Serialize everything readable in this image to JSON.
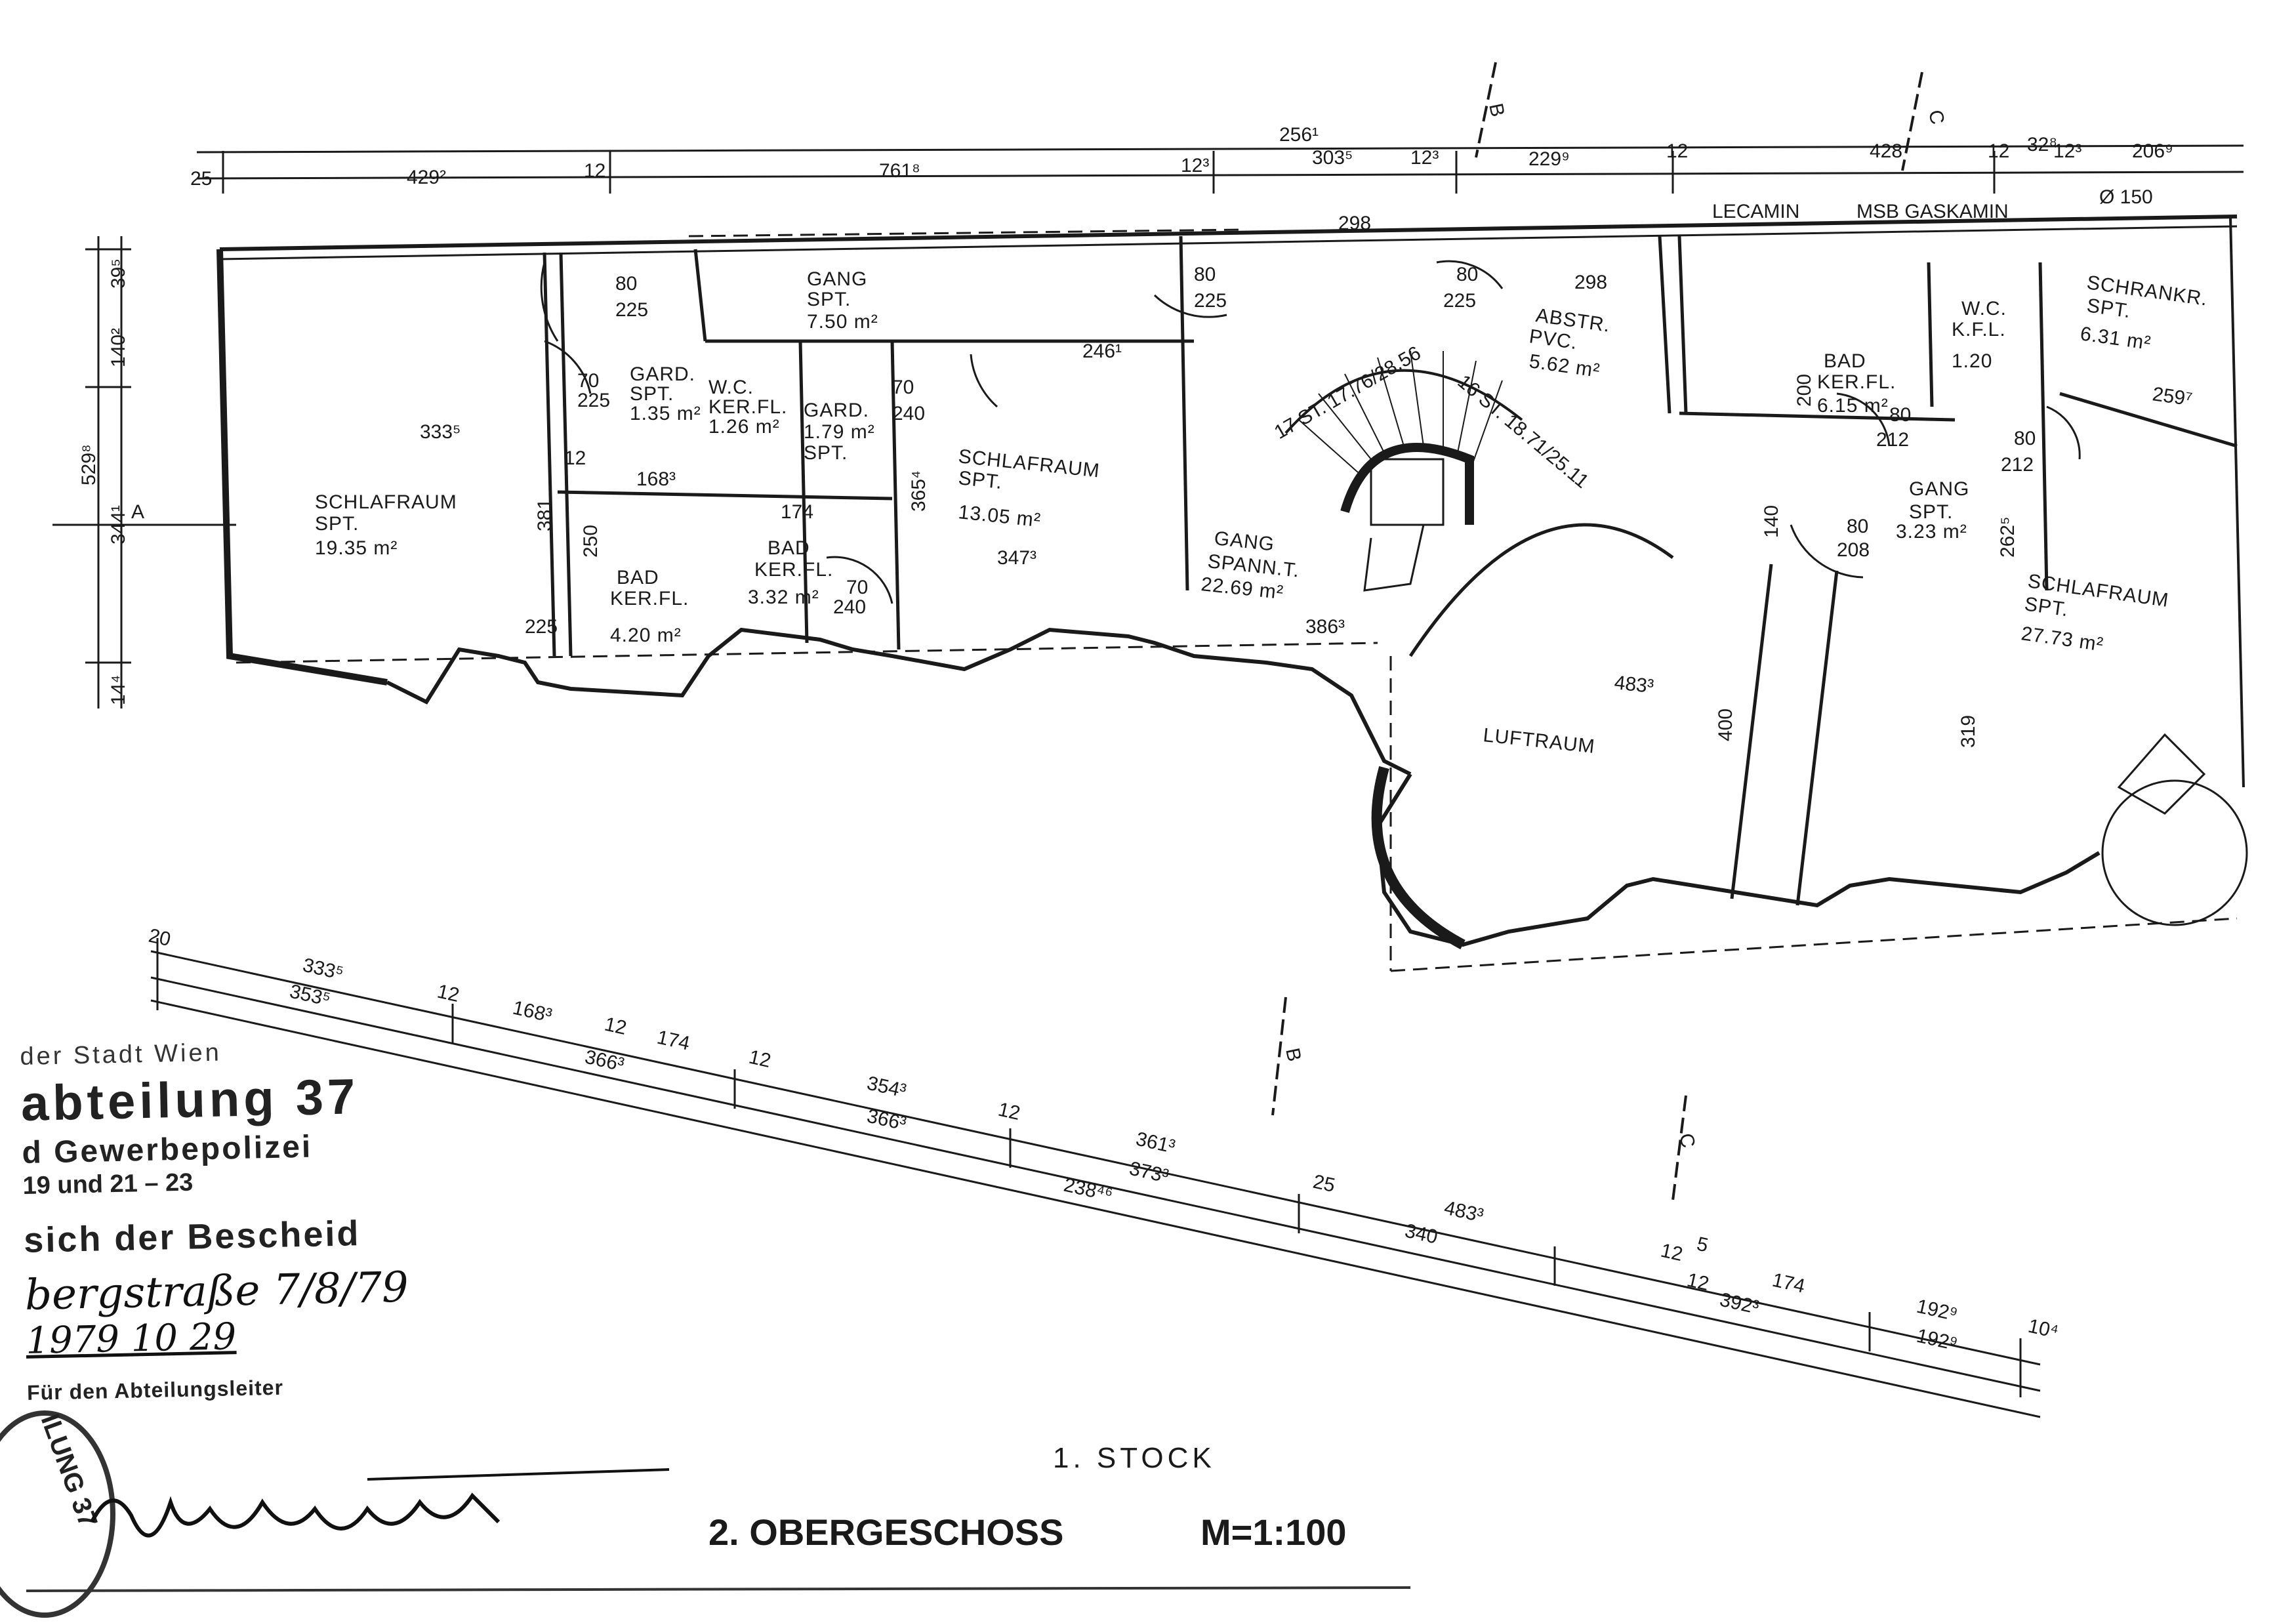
{
  "rooms": [
    {
      "name": "SCHLAFRAUM",
      "sub": "SPT.",
      "area": "19.35 m²"
    },
    {
      "name": "GANG",
      "sub": "SPT.",
      "area": "7.50 m²"
    },
    {
      "name": "GARD.",
      "sub": "SPT.",
      "area": "1.35 m²"
    },
    {
      "name": "W.C.",
      "sub": "KER.FL.",
      "area": "1.26 m²"
    },
    {
      "name": "GARD.",
      "sub": "SPT.",
      "area": "1.79 m²"
    },
    {
      "name": "SCHLAFRAUM",
      "sub": "SPT.",
      "area": "13.05 m²"
    },
    {
      "name": "BAD",
      "sub": "KER.FL.",
      "area": "4.20 m²"
    },
    {
      "name": "BAD",
      "sub": "KER.FL.",
      "area": "3.32 m²"
    },
    {
      "name": "GANG",
      "sub": "SPANN.T.",
      "area": "22.69 m²"
    },
    {
      "name": "ABSTR.",
      "sub": "PVC.",
      "area": "5.62 m²"
    },
    {
      "name": "BAD",
      "sub": "KER.FL.",
      "area": "6.15 m²"
    },
    {
      "name": "W.C.",
      "sub": "K.F.L.",
      "area": "1.20"
    },
    {
      "name": "SCHRANKR.",
      "sub": "SPT.",
      "area": "6.31 m²"
    },
    {
      "name": "GANG",
      "sub": "SPT.",
      "area": "3.23 m²"
    },
    {
      "name": "SCHLAFRAUM",
      "sub": "SPT.",
      "area": "27.73 m²"
    },
    {
      "name": "LUFTRAUM",
      "sub": "",
      "area": ""
    }
  ],
  "equipment": [
    "LECAMIN",
    "MSB GASKAMIN",
    "Ø 150"
  ],
  "stairs": [
    "17 ST. 17.76/28.56",
    "16 ST. 18.71/25.11"
  ],
  "dims_top": [
    "25",
    "429²",
    "12",
    "761⁸",
    "12³",
    "303⁵",
    "12³",
    "229⁹",
    "12",
    "428",
    "12",
    "32⁸",
    "12³",
    "206⁹",
    "256¹"
  ],
  "dims_left": [
    "39⁵",
    "140²",
    "529⁸",
    "344¹",
    "14⁴"
  ],
  "dims_inner": [
    "333⁵",
    "80",
    "225",
    "70",
    "225",
    "80",
    "225",
    "246¹",
    "298",
    "298",
    "70",
    "240",
    "168³",
    "174",
    "347³",
    "386³",
    "365⁴",
    "381",
    "250",
    "483³",
    "400",
    "319",
    "140",
    "200",
    "262⁵",
    "259⁷",
    "80",
    "212",
    "80",
    "208",
    "80",
    "212",
    "80",
    "225",
    "70",
    "240",
    "225",
    "12"
  ],
  "dims_bottom": [
    "20",
    "333⁵",
    "353⁵",
    "12",
    "168³",
    "12",
    "174",
    "366³",
    "12",
    "354³",
    "366³",
    "12",
    "361³",
    "373³",
    "238⁴⁶",
    "25",
    "483³",
    "340",
    "12",
    "5",
    "12",
    "174",
    "392³",
    "192⁹",
    "192⁹",
    "10⁴"
  ],
  "sections": [
    "B",
    "B",
    "C",
    "C",
    "A"
  ],
  "stamp": {
    "city": "der Stadt Wien",
    "abteilung": "abteilung 37",
    "gewerbe": "d Gewerbepolizei",
    "strasse": "19 und 21 – 23",
    "bescheid": "sich der Bescheid",
    "handwritten": "bergstraße 7/8/79",
    "date": "1979 10 29",
    "fuer": "Für den Abteilungsleiter",
    "seal": "ILUNG 37"
  },
  "titles": {
    "stock": "1. STOCK",
    "obergeschoss": "2. OBERGESCHOSS",
    "scale": "M=1:100"
  }
}
